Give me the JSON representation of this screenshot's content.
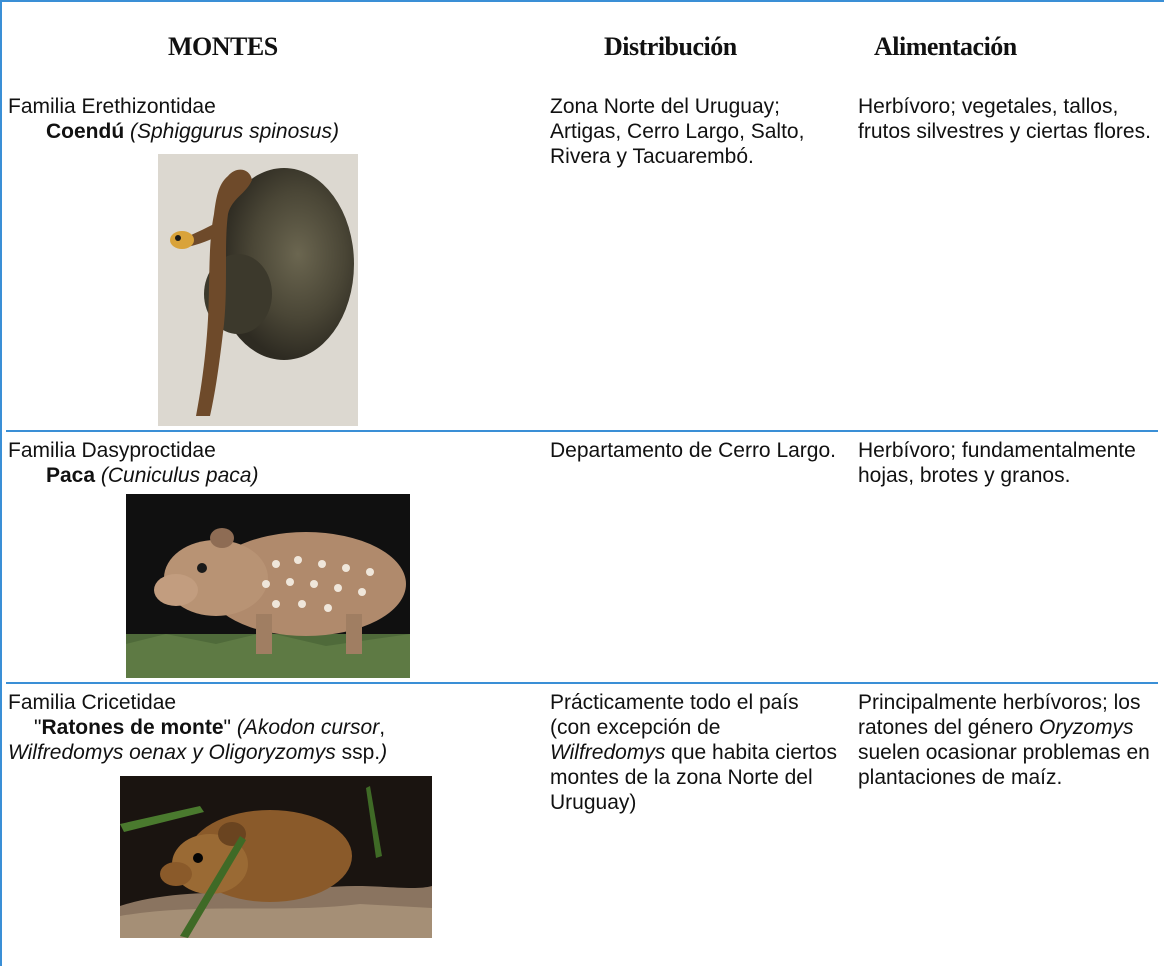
{
  "headers": {
    "montes": "MONTES",
    "distribucion": "Distribución",
    "alimentacion": "Alimentación"
  },
  "rows": [
    {
      "familia": "Familia Erethizontidae",
      "common_name": "Coendú",
      "scientific_name": "(Sphiggurus spinosus)",
      "distribucion": "Zona Norte del Uruguay; Artigas, Cerro Largo, Salto, Rivera y Tacuarembó.",
      "alimentacion": "Herbívoro; vegetales, tallos, frutos silvestres y ciertas flores."
    },
    {
      "familia": "Familia Dasyproctidae",
      "common_name": "Paca",
      "scientific_name": "(Cuniculus paca)",
      "distribucion": "Departamento de Cerro Largo.",
      "alimentacion": "Herbívoro; fundamentalmente hojas, brotes y granos."
    },
    {
      "familia": "Familia Cricetidae",
      "quote_open": "\"",
      "common_name": "Ratones de monte",
      "quote_close": "\"",
      "sci_part1": "(Akodon cursor",
      "comma": ",",
      "sci_part2": "Wilfredomys oenax y Oligoryzomys",
      "ssp": " ssp.",
      "paren_close": ")",
      "dist_part1": "Prácticamente todo el país (con excepción de",
      "dist_genus": "Wilfredomys",
      "dist_part2": "que habita ciertos montes de la zona Norte del Uruguay)",
      "alim_part1": "Principalmente herbívoros; los ratones del género",
      "alim_genus": "Oryzomys",
      "alim_part2": "suelen ocasionar problemas en plantaciones de maíz."
    }
  ]
}
